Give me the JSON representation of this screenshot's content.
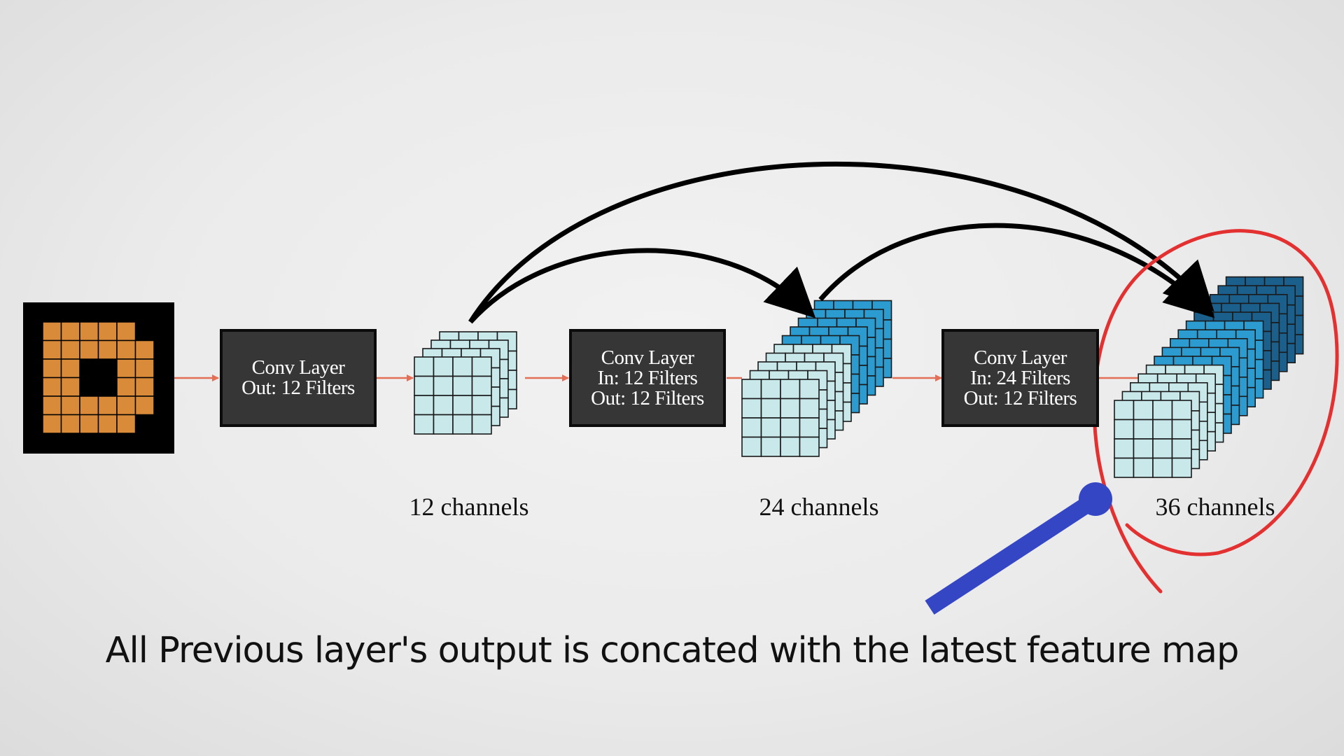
{
  "diagram": {
    "conv_layers": [
      {
        "name": "Conv Layer",
        "in": "",
        "out": "Out: 12 Filters"
      },
      {
        "name": "Conv Layer",
        "in": "In: 12 Filters",
        "out": "Out: 12 Filters"
      },
      {
        "name": "Conv Layer",
        "in": "In: 24 Filters",
        "out": "Out: 12 Filters"
      }
    ],
    "channel_labels": [
      "12 channels",
      "24 channels",
      "36 channels"
    ],
    "caption": "All Previous layer's output is concated with the latest feature map",
    "colors": {
      "input_orange": "#d98b3a",
      "feature_light": "#c9e8ea",
      "feature_mid": "#2b9bd0",
      "feature_dark": "#1b5f8c",
      "flow_arrow": "#e36f57",
      "highlight_red": "#e33131",
      "pointer_blue": "#3546c4",
      "box_fill": "#363636"
    }
  }
}
